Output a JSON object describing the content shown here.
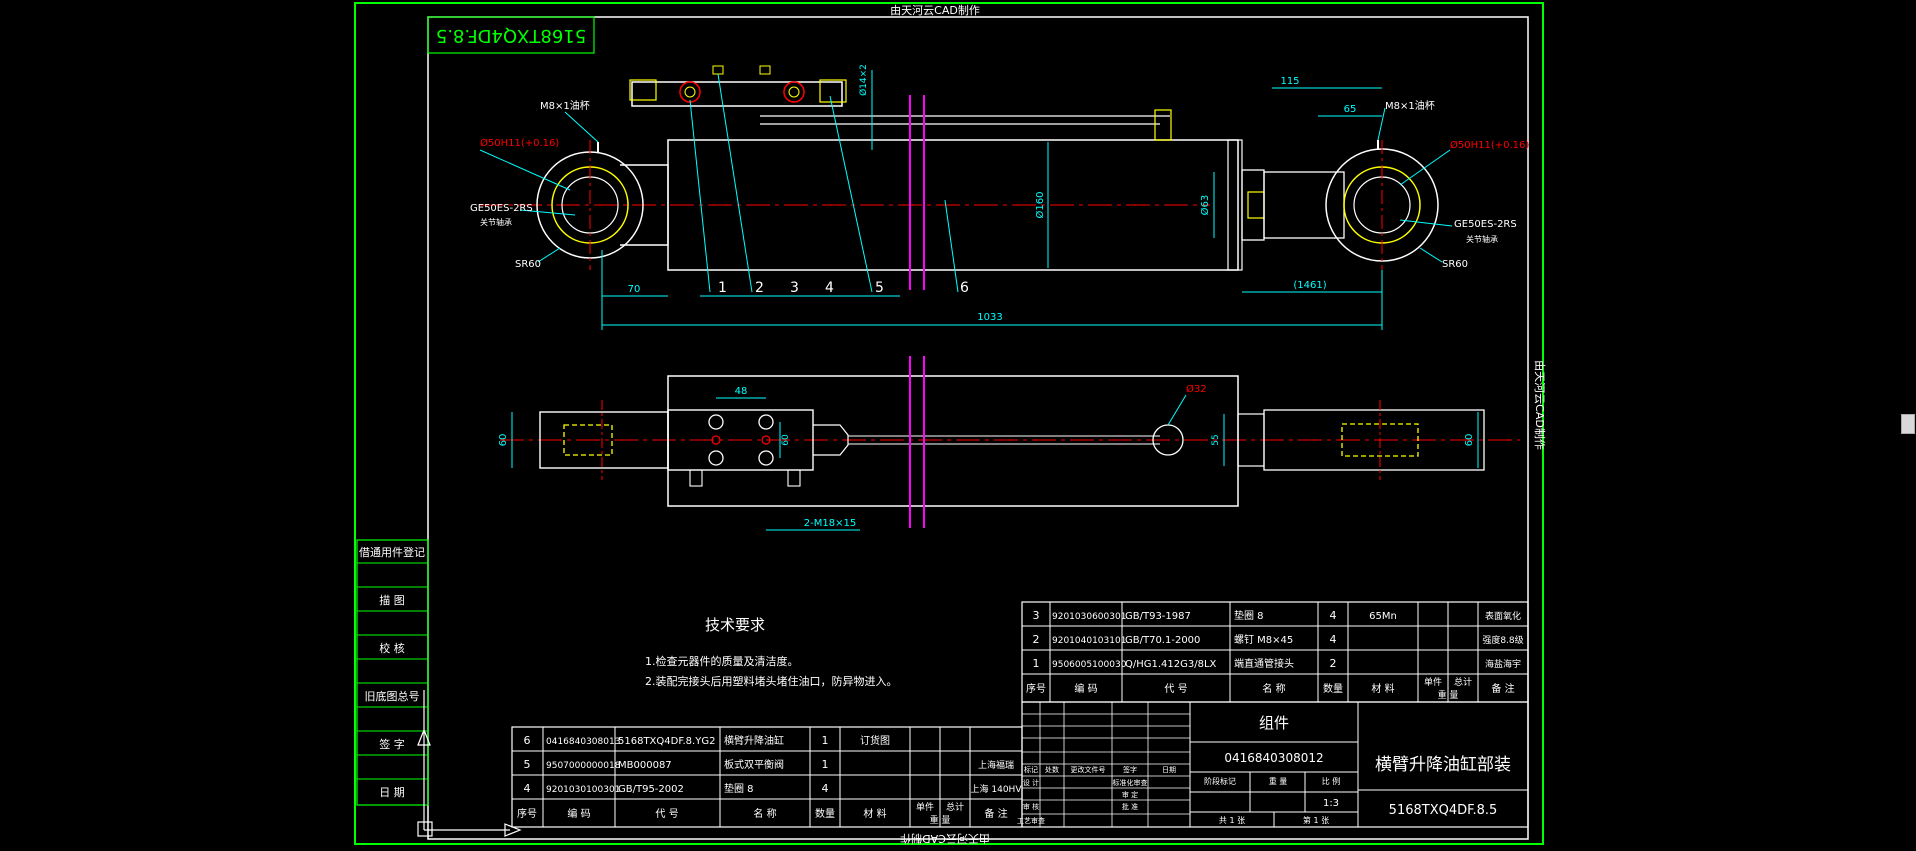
{
  "watermark": "由天河云CAD制作",
  "drawing_no_rotated": "5168TXQ4DF.8.5",
  "colors": {
    "green": "#00ff00",
    "cyan": "#00ffff",
    "red": "#ff0000",
    "magenta": "#ff00ff",
    "yellow": "#ffff00",
    "white": "#ffffff"
  },
  "annotations": {
    "m8_left": "M8×1油杯",
    "m8_right": "M8×1油杯",
    "phi50_left": "Ø50H11(+0.16)",
    "phi50_right": "Ø50H11(+0.16)",
    "bearing_left": "GE50ES-2RS",
    "bearing_right": "GE50ES-2RS",
    "bearing_sub_left": "关节轴承",
    "bearing_sub_right": "关节轴承",
    "sr_left": "SR60",
    "sr_right": "SR60",
    "d70": "70",
    "d1033": "1033",
    "d1461": "(1461)",
    "d115": "115",
    "d65": "65",
    "phi160": "Ø160",
    "phi63": "Ø63",
    "phi14": "Ø14×2",
    "d48": "48",
    "phi32": "Ø32",
    "d60_left": "60",
    "d60_right": "60",
    "d60_mid": "60",
    "d55": "55",
    "thread": "2-M18×15",
    "balloons": [
      "1",
      "2",
      "3",
      "4",
      "5",
      "6"
    ]
  },
  "tech": {
    "title": "技术要求",
    "line1": "1.检查元器件的质量及清洁度。",
    "line2": "2.装配完接头后用塑料堵头堵住油口，防异物进入。"
  },
  "side_labels": [
    "借通用件登记",
    "描 图",
    "校 核",
    "旧底图总号",
    "签 字",
    "日 期"
  ],
  "top_bom": [
    {
      "seq": "3",
      "code": "9201030600301",
      "std": "GB/T93-1987",
      "name": "垫圈 8",
      "qty": "4",
      "mat": "65Mn",
      "note": "表面氧化"
    },
    {
      "seq": "2",
      "code": "9201040103101",
      "std": "GB/T70.1-2000",
      "name": "螺钉 M8×45",
      "qty": "4",
      "mat": "",
      "note": "强度8.8级"
    },
    {
      "seq": "1",
      "code": "9506005100030",
      "std": "Q/HG1.412G3/8LX",
      "name": "端直通管接头",
      "qty": "2",
      "mat": "",
      "note": "海盐海宇"
    }
  ],
  "top_bom_header": {
    "seq": "序号",
    "code": "编 码",
    "std": "代 号",
    "name": "名 称",
    "qty": "数量",
    "mat": "材 料",
    "unit": "单件",
    "total": "总计",
    "weight": "重 量",
    "note": "备 注"
  },
  "bottom_bom": [
    {
      "seq": "6",
      "code": "0416840308013",
      "std": "5168TXQ4DF.8.YG2",
      "name": "横臂升降油缸",
      "qty": "1",
      "mat": "订货图",
      "note": ""
    },
    {
      "seq": "5",
      "code": "9507000000018",
      "std": "MB000087",
      "name": "板式双平衡阀",
      "qty": "1",
      "mat": "",
      "note": "上海福瑞"
    },
    {
      "seq": "4",
      "code": "9201030100301",
      "std": "GB/T95-2002",
      "name": "垫圈 8",
      "qty": "4",
      "mat": "",
      "note": "上海 140HV"
    }
  ],
  "title_block": {
    "group": "组件",
    "code": "0416840308012",
    "name": "横臂升降油缸部装",
    "drawing_no": "5168TXQ4DF.8.5",
    "scale": "1:3",
    "row_labels": [
      "标记",
      "处数",
      "更改文件号",
      "签字",
      "日期"
    ],
    "roles": [
      "设 计",
      "审 核",
      "工艺审查",
      "标准化审查",
      "审 定",
      "批 准"
    ],
    "stage_labels": [
      "阶段标记",
      "重 量",
      "比 例"
    ],
    "sheet": "共 1 张",
    "sheet_no": "第 1 张"
  }
}
